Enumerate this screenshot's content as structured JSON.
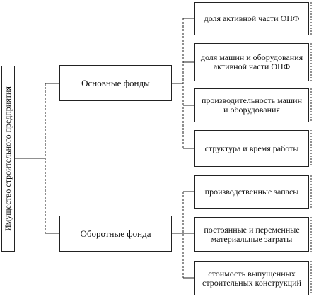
{
  "root": {
    "label": "Имущество строительного предприятия"
  },
  "branches": [
    {
      "label": "Основные фонды",
      "items": [
        "доля активной части ОПФ",
        "доля машин и оборудования активной части ОПФ",
        "производительность машин и оборудования",
        "структура и время работы"
      ]
    },
    {
      "label": "Оборотные фонда",
      "items": [
        "производственные запасы",
        "постоянные и переменные материальные затраты",
        "стоимость выпущенных строительных конструкций"
      ]
    }
  ]
}
